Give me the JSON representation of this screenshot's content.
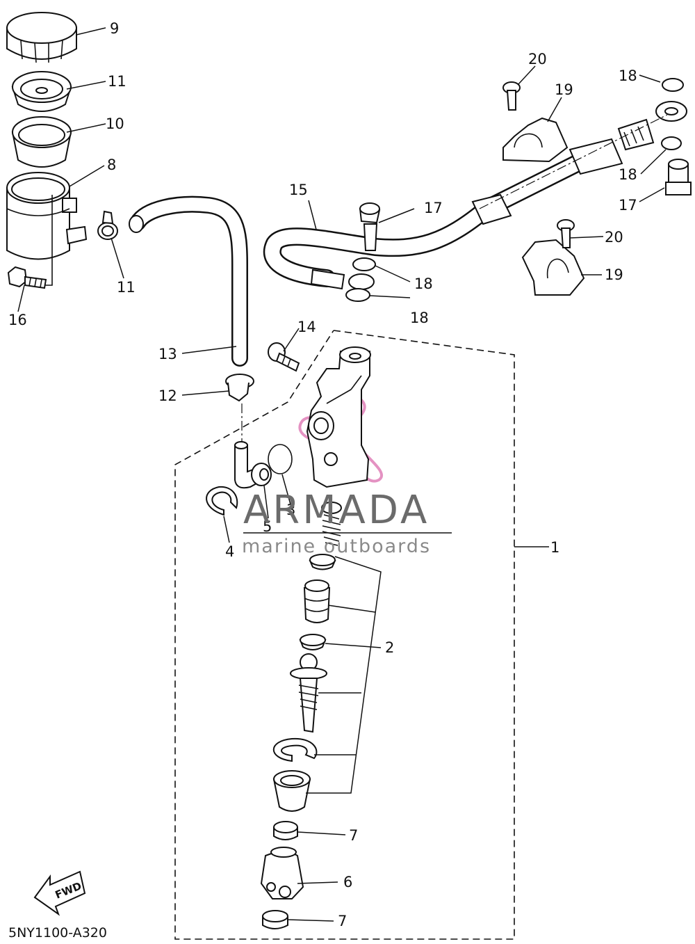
{
  "diagram": {
    "code": "5NY1100-A320",
    "fwd_label": "FWD",
    "watermark": {
      "title": "ARMADA",
      "subtitle": "marine outboards",
      "color": "#e07fb8"
    },
    "callouts": [
      "1",
      "2",
      "3",
      "4",
      "5",
      "6",
      "7",
      "7",
      "8",
      "9",
      "10",
      "11",
      "12",
      "12",
      "13",
      "14",
      "15",
      "16",
      "17",
      "17",
      "18",
      "18",
      "18",
      "18",
      "19",
      "19",
      "20",
      "20"
    ]
  }
}
